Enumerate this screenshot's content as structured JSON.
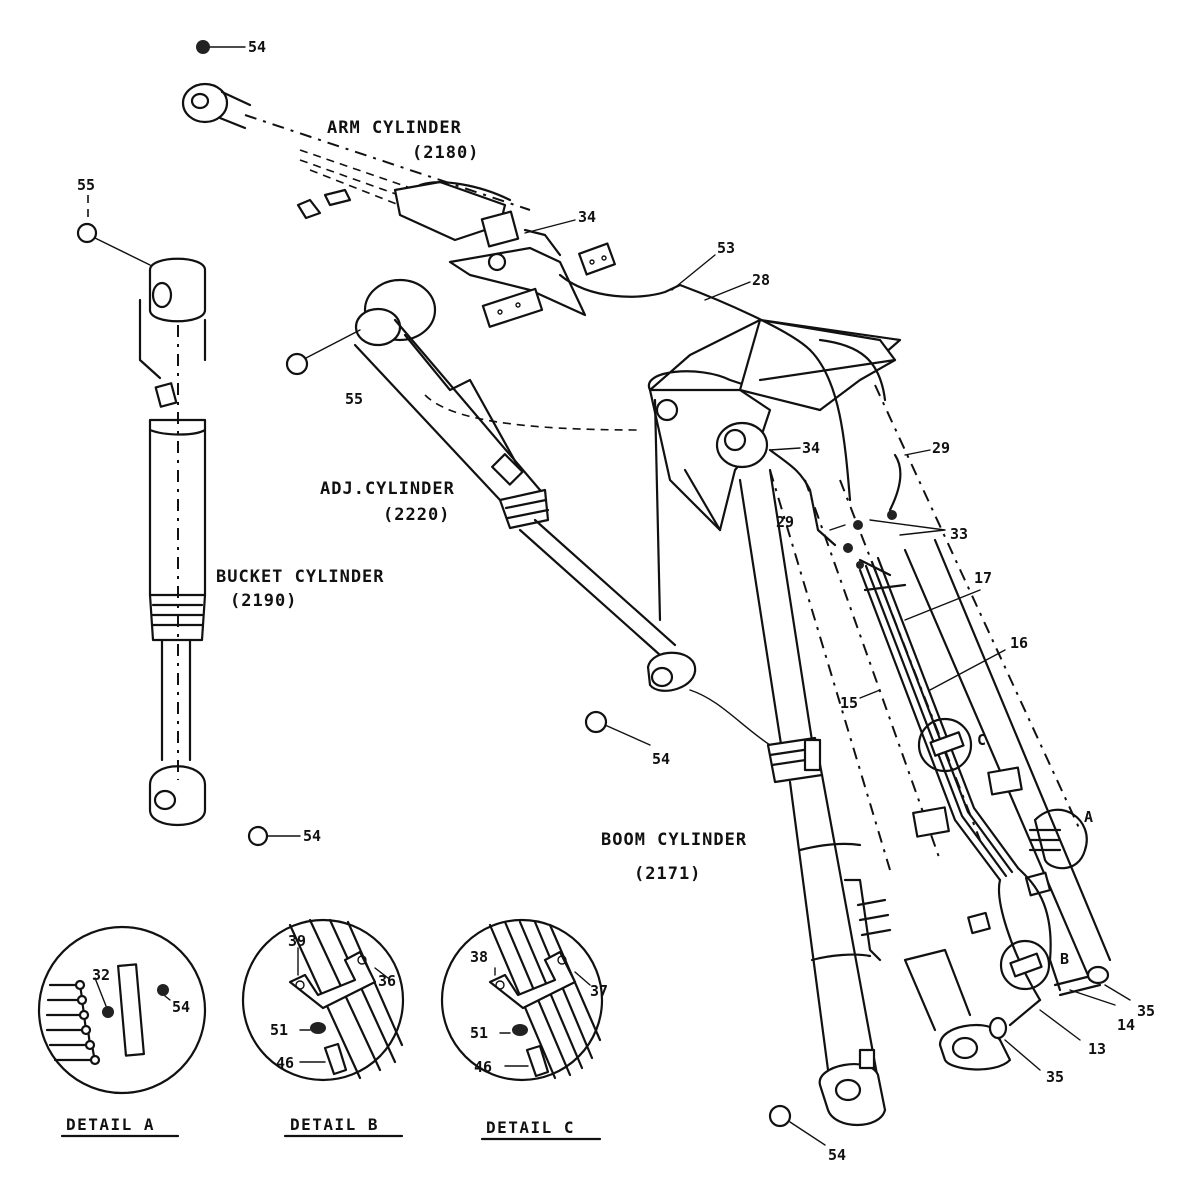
{
  "labels": {
    "arm_cylinder": "ARM CYLINDER",
    "arm_cylinder_code": "(2180)",
    "adj_cylinder": "ADJ.CYLINDER",
    "adj_cylinder_code": "(2220)",
    "bucket_cylinder": "BUCKET CYLINDER",
    "bucket_cylinder_code": "(2190)",
    "boom_cylinder": "BOOM CYLINDER",
    "boom_cylinder_code": "(2171)"
  },
  "callouts": {
    "c54_top": "54",
    "c55_left": "55",
    "c34_top": "34",
    "c53": "53",
    "c28": "28",
    "c55_mid": "55",
    "c34_mid": "34",
    "c29_right": "29",
    "c29_left": "29",
    "c33": "33",
    "c17": "17",
    "c16": "16",
    "c15": "15",
    "c54_mid": "54",
    "c54_bucket": "54",
    "cC": "C",
    "cA": "A",
    "cB": "B",
    "c35_right": "35",
    "c14": "14",
    "c13": "13",
    "c35_bottom": "35",
    "c54_bottom": "54"
  },
  "details": {
    "a": {
      "title": "DETAIL A",
      "n32": "32",
      "n54": "54"
    },
    "b": {
      "title": "DETAIL B",
      "n39": "39",
      "n36": "36",
      "n51": "51",
      "n46": "46"
    },
    "c": {
      "title": "DETAIL C",
      "n38": "38",
      "n37": "37",
      "n51": "51",
      "n46": "46"
    }
  }
}
